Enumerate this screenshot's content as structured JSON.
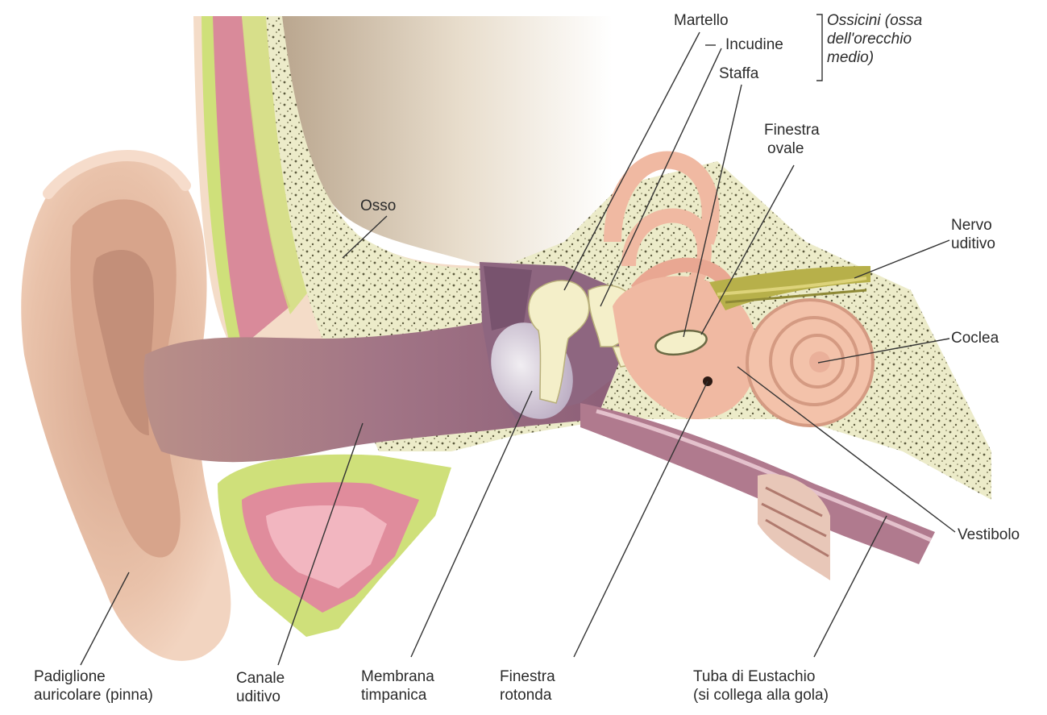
{
  "labels": {
    "martello": "Martello",
    "incudine": "Incudine",
    "staffa": "Staffa",
    "ossicini": [
      "Ossicini (ossa",
      "dell'orecchio",
      "medio)"
    ],
    "finestra_ovale": [
      "Finestra",
      "ovale"
    ],
    "osso": "Osso",
    "nervo_uditivo": [
      "Nervo",
      "uditivo"
    ],
    "coclea": "Coclea",
    "vestibolo": "Vestibolo",
    "padiglione": [
      "Padiglione",
      "auricolare (pinna)"
    ],
    "canale": [
      "Canale",
      "uditivo"
    ],
    "membrana": [
      "Membrana",
      "timpanica"
    ],
    "finestra_rotonda": [
      "Finestra",
      "rotonda"
    ],
    "tuba": [
      "Tuba di Eustachio",
      "(si collega alla gola)"
    ]
  },
  "colors": {
    "skin": "#e9bfa6",
    "skin_shadow": "#c9937c",
    "bone": "#efeed0",
    "canal": "#9a6a7f",
    "cartilage": "#cfe07a",
    "muscle": "#d98a9a",
    "nerve": "#b7b04a",
    "inner_ear": "#f0b9a2",
    "label_text": "#2b2b2b",
    "leader_line": "#333333"
  }
}
